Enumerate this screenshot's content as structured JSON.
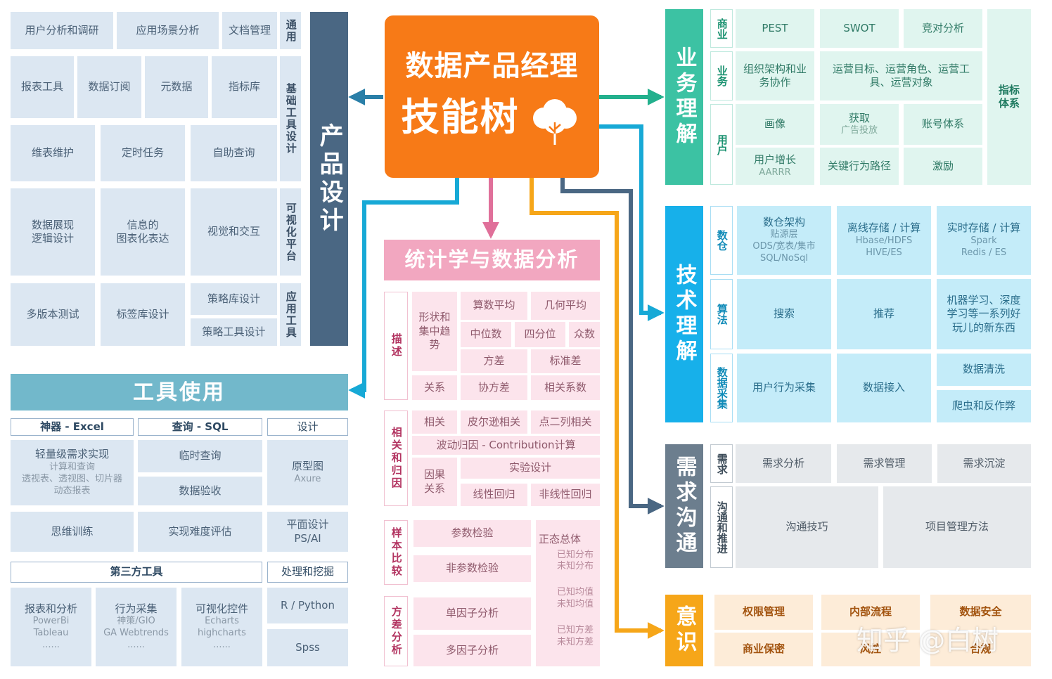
{
  "center": {
    "line1": "数据产品经理",
    "line2": "技能树"
  },
  "product": {
    "title": "产品设计",
    "sections": {
      "general": "通用",
      "base": "基础工具设计",
      "visual": "可视化平台",
      "app": "应用工具"
    },
    "items": {
      "user_research": "用户分析和调研",
      "scene": "应用场景分析",
      "doc": "文档管理",
      "report_tool": "报表工具",
      "subscribe": "数据订阅",
      "metadata": "元数据",
      "metric_lib": "指标库",
      "dim_maintain": "维表维护",
      "timed_task": "定时任务",
      "self_query": "自助查询",
      "display_l1": "数据展现",
      "display_l2": "逻辑设计",
      "chart_l1": "信息的",
      "chart_l2": "图表化表达",
      "ux": "视觉和交互",
      "ab": "多版本测试",
      "tag": "标签库设计",
      "strategy": "策略库设计",
      "strategy_tool": "策略工具设计"
    }
  },
  "tools": {
    "title": "工具使用",
    "heads": {
      "excel": "神器 - Excel",
      "sql": "查询 - SQL",
      "design": "设计",
      "third": "第三方工具",
      "mining": "处理和挖掘"
    },
    "items": {
      "light": "轻量级需求实现",
      "light_s1": "计算和查询",
      "light_s2": "透视表、透视图、切片器",
      "light_s3": "动态报表",
      "adhoc": "临时查询",
      "verify": "数据验收",
      "proto": "原型图",
      "proto_s": "Axure",
      "thinking": "思维训练",
      "difficulty": "实现难度评估",
      "graphic": "平面设计",
      "graphic_s": "PS/AI",
      "report": "报表和分析",
      "report_s1": "PowerBi",
      "report_s2": "Tableau",
      "report_s3": "......",
      "behavior": "行为采集",
      "behavior_s1": "神策/GIO",
      "behavior_s2": "GA Webtrends",
      "behavior_s3": "......",
      "viz": "可视化控件",
      "viz_s1": "Echarts",
      "viz_s2": "highcharts",
      "viz_s3": "......",
      "py": "R / Python",
      "spss": "Spss"
    }
  },
  "stats": {
    "title": "统计学与数据分析",
    "sections": {
      "desc": "描述",
      "corr": "相关和归因",
      "sample": "样本比较",
      "anova": "方差分析"
    },
    "items": {
      "central_l1": "形状和",
      "central_l2": "集中趋",
      "central_l3": "势",
      "mean": "算数平均",
      "geo": "几何平均",
      "median": "中位数",
      "quartile": "四分位",
      "mode": "众数",
      "variance": "方差",
      "std": "标准差",
      "relation": "关系",
      "cov": "协方差",
      "corrcoef": "相关系数",
      "correl": "相关",
      "pearson": "皮尔逊相关",
      "pointb": "点二列相关",
      "fluct": "波动归因 - Contribution计算",
      "causal_l1": "因果",
      "causal_l2": "关系",
      "experiment": "实验设计",
      "linreg": "线性回归",
      "nonlin": "非线性回归",
      "param": "参数检验",
      "nonparam": "非参数检验",
      "normal": "正态总体",
      "n1a": "已知分布",
      "n1b": "未知分布",
      "n2a": "已知均值",
      "n2b": "未知均值",
      "n3a": "已知方差",
      "n3b": "未知方差",
      "single": "单因子分析",
      "multi": "多因子分析"
    }
  },
  "business": {
    "title": "业务理解",
    "sections": {
      "market": "商业",
      "biz": "业务",
      "user": "用户"
    },
    "items": {
      "pest": "PEST",
      "swot": "SWOT",
      "compete": "竞对分析",
      "org_l1": "组织架构和业",
      "org_l2": "务协作",
      "ops_l1": "运营目标、运营角色、运营工",
      "ops_l2": "具、运营对象",
      "profile": "画像",
      "acquire": "获取",
      "acquire_s": "广告投放",
      "account": "账号体系",
      "growth": "用户增长",
      "growth_s": "AARRR",
      "keypath": "关键行为路径",
      "incentive": "激励",
      "metric_l1": "指标",
      "metric_l2": "体系"
    }
  },
  "tech": {
    "title": "技术理解",
    "sections": {
      "warehouse": "数仓",
      "algo": "算法",
      "collect": "数据采集"
    },
    "items": {
      "dw": "数仓架构",
      "dw_s1": "贴源层",
      "dw_s2": "ODS/宽表/集市",
      "dw_s3": "SQL/NoSql",
      "offline": "离线存储 / 计算",
      "offline_s1": "Hbase/HDFS",
      "offline_s2": "HIVE/ES",
      "realtime": "实时存储 / 计算",
      "realtime_s1": "Spark",
      "realtime_s2": "Redis / ES",
      "search": "搜索",
      "recommend": "推荐",
      "ml_l1": "机器学习、深度",
      "ml_l2": "学习等一系列好",
      "ml_l3": "玩儿的新东西",
      "behavior": "用户行为采集",
      "ingest": "数据接入",
      "clean": "数据清洗",
      "crawler": "爬虫和反作弊"
    }
  },
  "demand": {
    "title": "需求沟通",
    "sections": {
      "req": "需求",
      "comm": "沟通和推进"
    },
    "items": {
      "analysis": "需求分析",
      "manage": "需求管理",
      "deposit": "需求沉淀",
      "skill": "沟通技巧",
      "pm": "项目管理方法"
    }
  },
  "awareness": {
    "title": "意识",
    "items": {
      "perm": "权限管理",
      "process": "内部流程",
      "security": "数据安全",
      "secret": "商业保密",
      "risk": "风控",
      "compliance": "合规"
    }
  },
  "watermark": "知乎 @白树",
  "colors": {
    "product": "#4a6783",
    "tools": "#72b8cb",
    "center": "#f77a17",
    "stats": "#f2a7c0",
    "business": "#3cc2a3",
    "tech": "#17b0ea",
    "demand": "#6c7e8e",
    "awareness": "#f6a619"
  }
}
